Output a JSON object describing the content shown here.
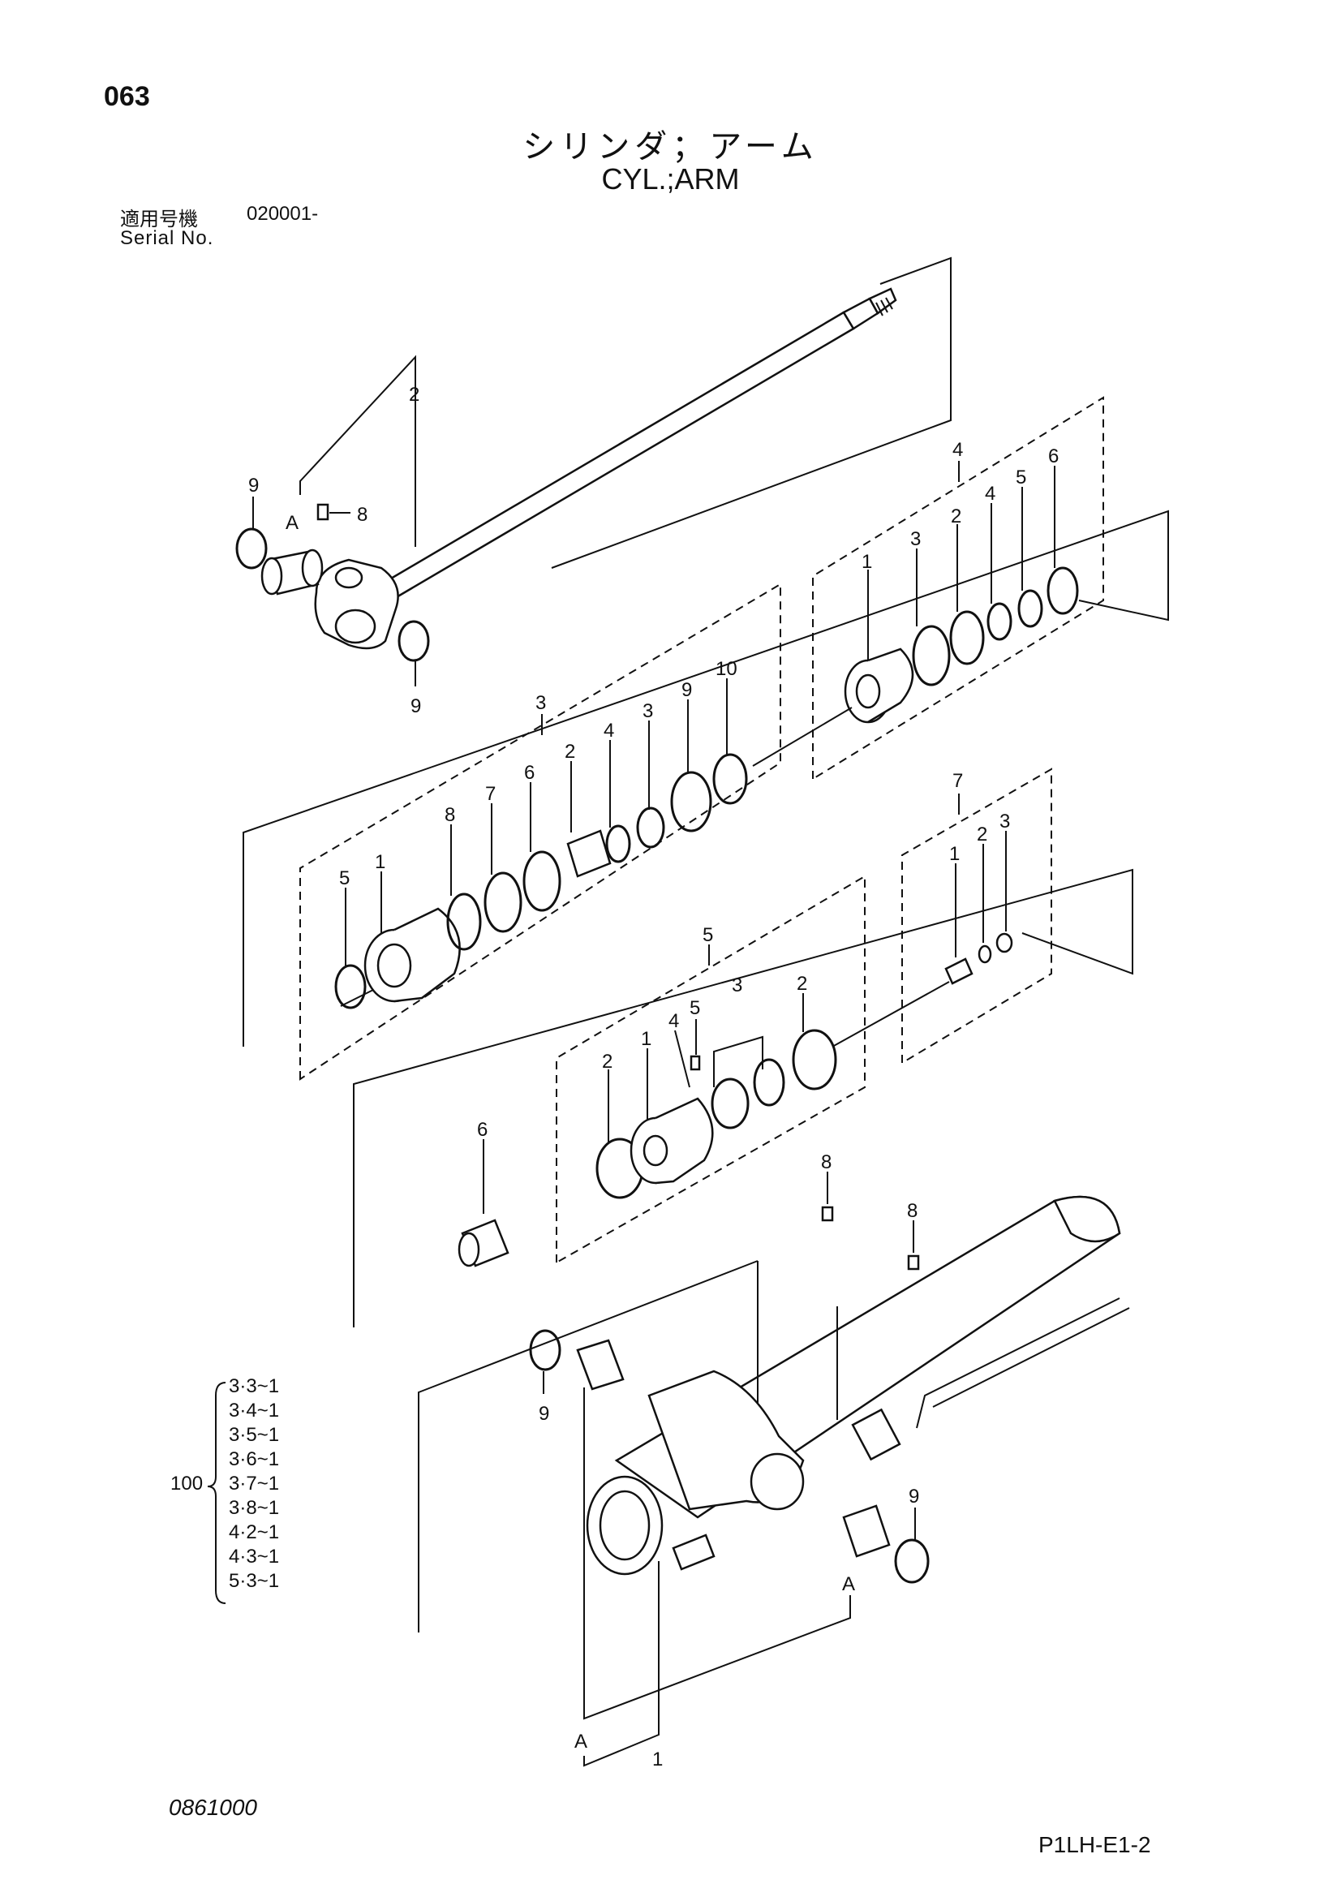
{
  "header": {
    "page_number": "063",
    "title_jp": "シリンダ；アーム",
    "title_en": "CYL.;ARM",
    "serial_label_jp": "適用号機",
    "serial_value": "020001-",
    "serial_label_en": "Serial No."
  },
  "footer": {
    "left_code": "0861000",
    "right_code": "P1LH-E1-2"
  },
  "groups": {
    "rod_assembly": "2",
    "piston_seal_kit": "4",
    "gland_kit": "3",
    "piston_kit": "5",
    "valve_kit": "7",
    "tube_assembly": "1"
  },
  "callouts": {
    "rod_pin_bush": "A",
    "rod_grease_fitting": "8",
    "rod_ring_left": "9",
    "rod_ring_right": "9",
    "seal_kit": [
      "1",
      "3",
      "2",
      "4",
      "5",
      "6"
    ],
    "gland_kit": [
      "5",
      "1",
      "8",
      "7",
      "6",
      "2",
      "4",
      "3",
      "9",
      "10"
    ],
    "valve_kit": [
      "1",
      "2",
      "3"
    ],
    "piston_kit": [
      "2",
      "1",
      "4",
      "5",
      "3",
      "2"
    ],
    "spacer": "6",
    "tube_fitting_1": "8",
    "tube_fitting_2": "8",
    "tube_ring_left": "9",
    "tube_ring_right": "9",
    "tube_bush_right": "A",
    "tube_bush_left": "A",
    "tube_label": "1"
  },
  "kit_100": {
    "label": "100",
    "items": [
      "3·3~1",
      "3·4~1",
      "3·5~1",
      "3·6~1",
      "3·7~1",
      "3·8~1",
      "4·2~1",
      "4·3~1",
      "5·3~1"
    ]
  }
}
